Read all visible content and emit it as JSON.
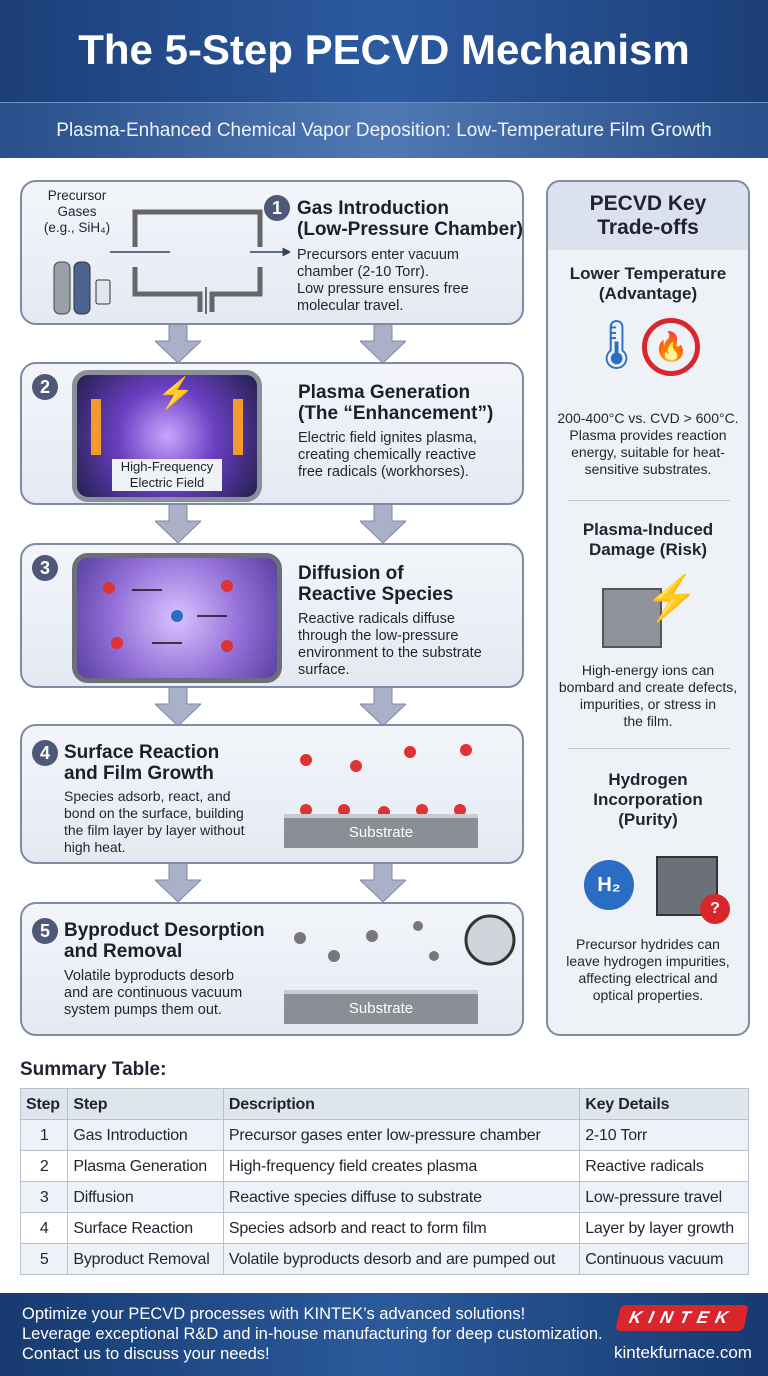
{
  "header": {
    "title": "The 5-Step PECVD Mechanism",
    "subtitle": "Plasma-Enhanced Chemical Vapor Deposition: Low-Temperature Film Growth"
  },
  "steps": [
    {
      "num": "1",
      "title": "Gas Introduction",
      "title2": "(Low-Pressure Chamber)",
      "desc": [
        "Precursors enter vacuum",
        "chamber (2-10 Torr).",
        "Low pressure ensures free",
        "molecular travel."
      ],
      "label1": "Precursor",
      "label2": "Gases",
      "label3": "(e.g., SiH₄)"
    },
    {
      "num": "2",
      "title": "Plasma Generation",
      "title2": "(The “Enhancement”)",
      "desc": [
        "Electric field ignites plasma,",
        "creating chemically reactive",
        "free radicals (workhorses)."
      ],
      "label1": "High-Frequency",
      "label2": "Electric Field"
    },
    {
      "num": "3",
      "title": "Diffusion of",
      "title2": "Reactive Species",
      "desc": [
        "Reactive radicals diffuse",
        "through the low-pressure",
        "environment to the substrate",
        "surface."
      ]
    },
    {
      "num": "4",
      "title": "Surface Reaction",
      "title2": "and Film Growth",
      "desc": [
        "Species adsorb, react, and",
        "bond on the surface, building",
        "the film layer by layer without",
        "high heat."
      ],
      "label1": "Substrate"
    },
    {
      "num": "5",
      "title": "Byproduct Desorption",
      "title2": "and Removal",
      "desc": [
        "Volatile byproducts desorb",
        "and are continuous vacuum",
        "system pumps them out."
      ],
      "label1": "Substrate"
    }
  ],
  "sidebar": {
    "title": [
      "PECVD Key",
      "Trade-offs"
    ],
    "sections": [
      {
        "heading": [
          "Lower Temperature",
          "(Advantage)"
        ],
        "text": [
          "200-400°C vs. CVD > 600°C.",
          "Plasma provides reaction",
          "energy, suitable for heat-",
          "sensitive substrates."
        ]
      },
      {
        "heading": [
          "Plasma-Induced",
          "Damage (Risk)"
        ],
        "text": [
          "High-energy ions can",
          "bombard and create defects,",
          "impurities, or stress in",
          "the film."
        ]
      },
      {
        "heading": [
          "Hydrogen",
          "Incorporation",
          "(Purity)"
        ],
        "text": [
          "Precursor hydrides can",
          "leave hydrogen impurities,",
          "affecting electrical and",
          "optical properties."
        ],
        "h2": "H₂"
      }
    ]
  },
  "table": {
    "title": "Summary Table:",
    "headers": [
      "Step",
      "Step",
      "Description",
      "Key Details"
    ],
    "rows": [
      [
        "1",
        "Gas Introduction",
        "Precursor gases enter low-pressure chamber",
        "2-10 Torr"
      ],
      [
        "2",
        "Plasma Generation",
        "High-frequency field creates plasma",
        "Reactive radicals"
      ],
      [
        "3",
        "Diffusion",
        "Reactive species diffuse to substrate",
        "Low-pressure travel"
      ],
      [
        "4",
        "Surface Reaction",
        "Species adsorb and react to form film",
        "Layer by layer growth"
      ],
      [
        "5",
        "Byproduct Removal",
        "Volatile byproducts desorb and are pumped out",
        "Continuous vacuum"
      ]
    ]
  },
  "footer": {
    "lines": [
      "Optimize your PECVD processes with KINTEK’s advanced solutions!",
      "Leverage exceptional R&D and in-house manufacturing for deep customization.",
      "Contact us to discuss your needs!"
    ],
    "logo": "KINTEK",
    "url": "kintekfurnace.com"
  },
  "colors": {
    "header": "#1d3f78",
    "accent_red": "#d8262c",
    "plasma": "#7b4fd0"
  }
}
